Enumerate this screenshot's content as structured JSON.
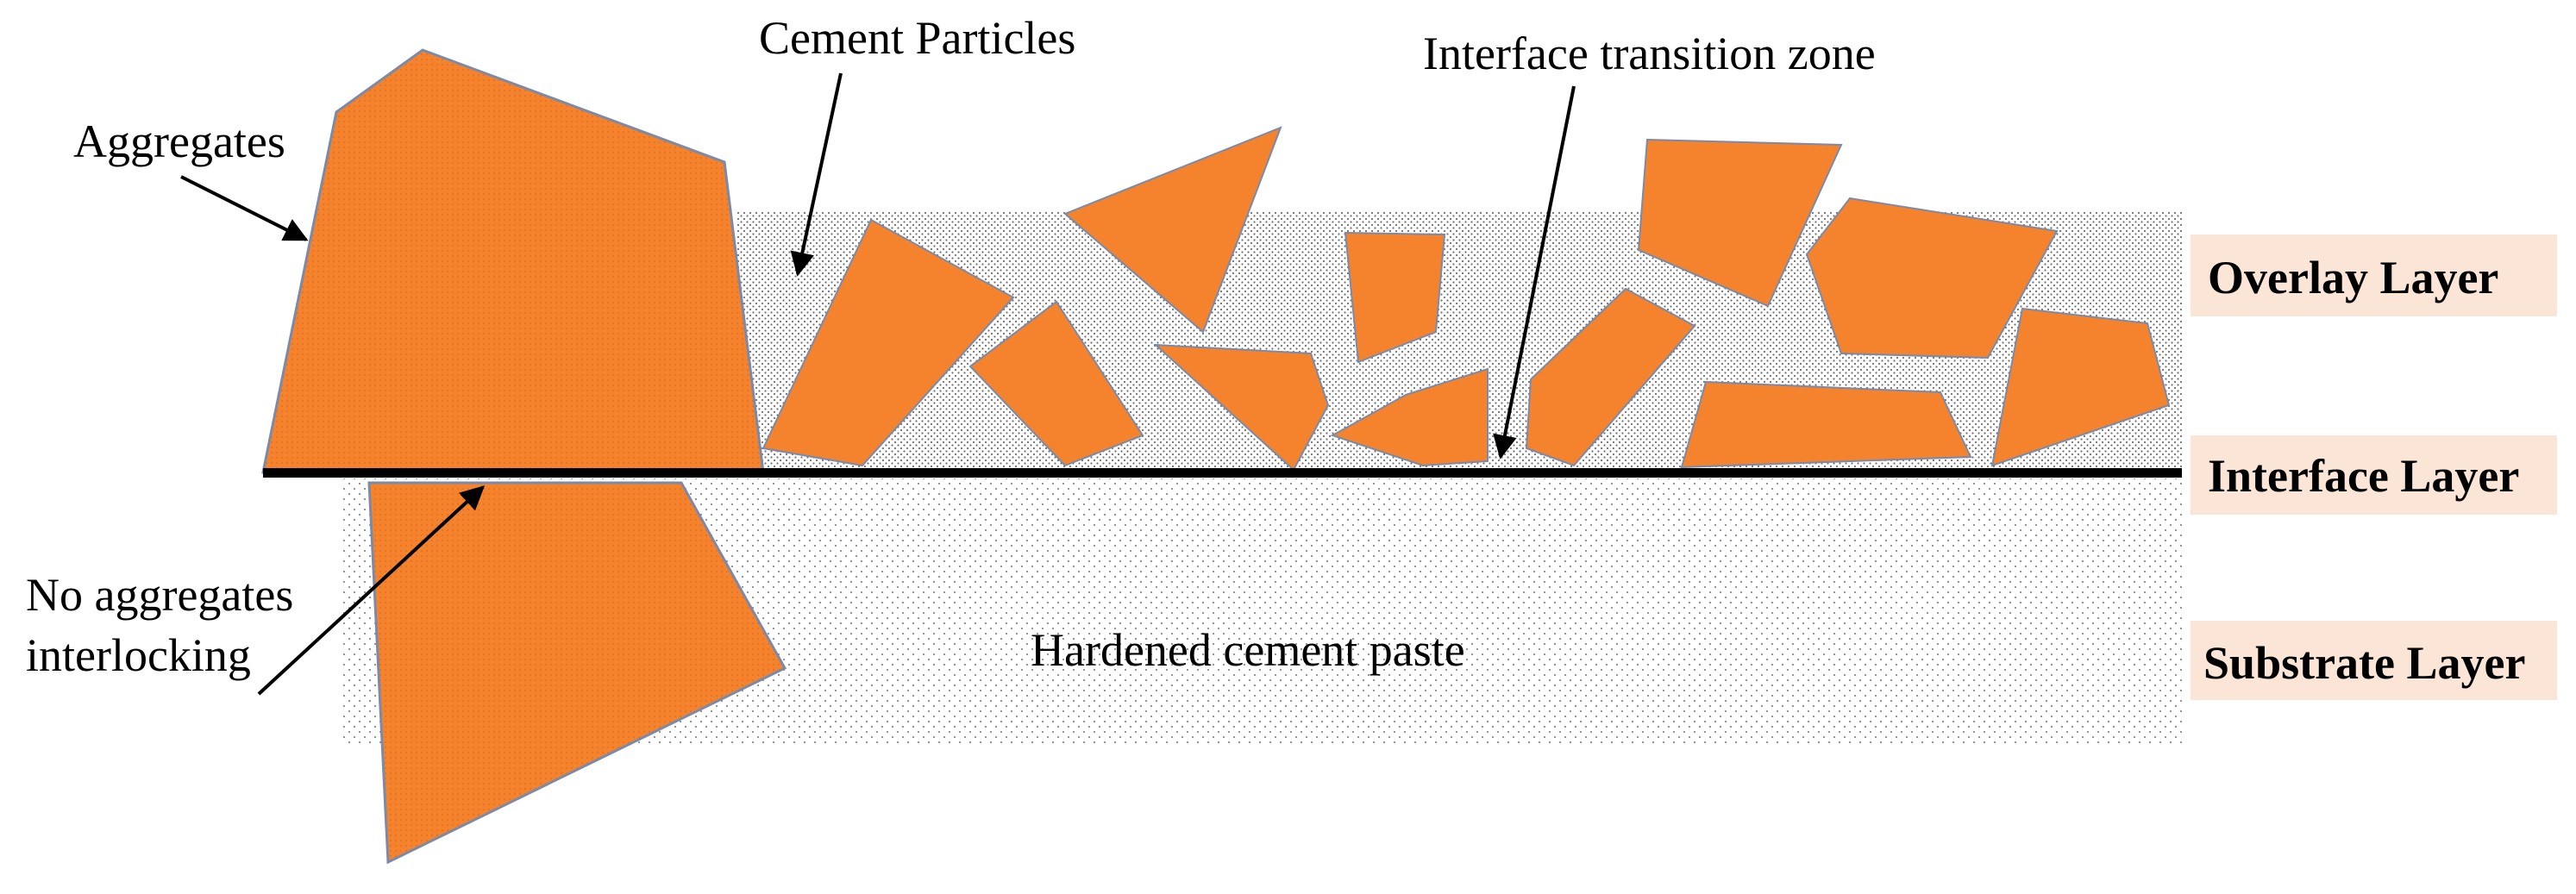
{
  "annotations": {
    "aggregates": "Aggregates",
    "cement_particles": "Cement Particles",
    "interface_zone": "Interface transition zone",
    "no_interlock_line1": "No aggregates",
    "no_interlock_line2": "interlocking",
    "hardened_paste": "Hardened cement paste"
  },
  "layers": {
    "overlay": "Overlay Layer",
    "interface": "Interface Layer",
    "substrate": "Substrate Layer"
  },
  "colors": {
    "aggregate": "#f5832d",
    "aggregate_edge": "#7a8aa8",
    "layer_label_bg": "#fbe5d6",
    "interface_line": "#000000",
    "stipple": "#7a7a7a"
  }
}
